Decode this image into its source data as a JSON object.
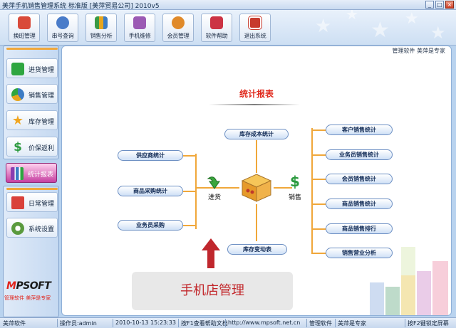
{
  "window": {
    "title": "美萍手机销售管理系统  标准版 [美萍贸易公司] 2010v5",
    "buttons": [
      "_",
      "□",
      "×"
    ]
  },
  "toolbar": {
    "buttons": [
      {
        "label": "换班管理",
        "icon": "shift-icon",
        "color": "#d94a3a"
      },
      {
        "label": "串号查询",
        "icon": "search-icon",
        "color": "#4a7cc9"
      },
      {
        "label": "销售分析",
        "icon": "analysis-icon",
        "color": "#3b9a44"
      },
      {
        "label": "手机维修",
        "icon": "repair-icon",
        "color": "#9b5ab4"
      },
      {
        "label": "会员管理",
        "icon": "members-icon",
        "color": "#e08a2a"
      },
      {
        "label": "软件帮助",
        "icon": "help-icon",
        "color": "#cc3344"
      },
      {
        "label": "退出系统",
        "icon": "exit-icon",
        "color": "#c73a2d"
      }
    ]
  },
  "nav": {
    "items": [
      {
        "label": "进货管理",
        "icon": "plus-icon",
        "color": "#2ea640"
      },
      {
        "label": "销售管理",
        "icon": "chart-pie-icon",
        "color": "#3c7cc4"
      },
      {
        "label": "库存管理",
        "icon": "star-icon",
        "color": "#f1a51e"
      },
      {
        "label": "价保返利",
        "icon": "dollar-icon",
        "color": "#2b9a3e"
      },
      {
        "label": "统计报表",
        "icon": "bar-chart-icon",
        "color": "#8a3db0",
        "active": true
      },
      {
        "label": "日常管理",
        "icon": "calendar-icon",
        "color": "#d9413a"
      },
      {
        "label": "系统设置",
        "icon": "gear-icon",
        "color": "#5a9a3e"
      }
    ],
    "logo_m": "M",
    "logo_rest": "PSOFT",
    "slogan": "管理软件 美萍是专家"
  },
  "main": {
    "tagline": "管理软件 美萍是专家",
    "header": "统计报表",
    "left_reports": [
      "供应商统计",
      "商品采购统计",
      "业务员采购"
    ],
    "top_report": "库存成本统计",
    "bottom_report": "库存变动表",
    "right_reports": [
      "客户销售统计",
      "业务员销售统计",
      "会员销售统计",
      "商品销售统计",
      "商品销售排行",
      "销售营业分析"
    ],
    "purchase_label": "进货",
    "sales_label": "销售",
    "overlay_caption": "手机店管理"
  },
  "status": {
    "app": "美萍软件",
    "operator": "操作员:admin",
    "datetime": "2010-10-13 15:23:33",
    "help": "按F1查看帮助文档",
    "url": "http://www.mpsoft.net.cn",
    "company": "管理软件",
    "slogan": "美萍是专家",
    "lock": "按F2键锁定屏幕"
  }
}
